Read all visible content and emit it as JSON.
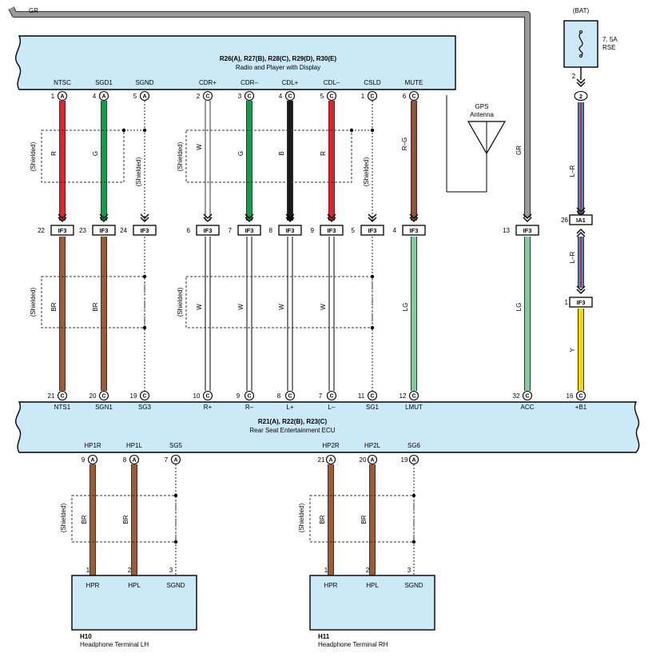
{
  "gr_label": "GR",
  "bat_label": "(BAT)",
  "fuse": {
    "value": "7. 5A",
    "name": "RSE",
    "pin": "2",
    "pin_conn": "2"
  },
  "gps": {
    "line1": "GPS",
    "line2": "Antenna"
  },
  "radio": {
    "title": "R26(A), R27(B), R28(C), R29(D), R30(E)",
    "subtitle": "Radio and Player with Display",
    "terminals": [
      {
        "name": "NTSC",
        "pin": "1",
        "conn": "A"
      },
      {
        "name": "SGD1",
        "pin": "4",
        "conn": "A"
      },
      {
        "name": "SGND",
        "pin": "5",
        "conn": "A"
      },
      {
        "name": "CDR+",
        "pin": "2",
        "conn": "C"
      },
      {
        "name": "CDR–",
        "pin": "3",
        "conn": "C"
      },
      {
        "name": "CDL+",
        "pin": "4",
        "conn": "C"
      },
      {
        "name": "CDL–",
        "pin": "5",
        "conn": "C"
      },
      {
        "name": "CSLD",
        "pin": "1",
        "conn": "C"
      },
      {
        "name": "MUTE",
        "pin": "6",
        "conn": "C"
      }
    ]
  },
  "upper_wires": [
    {
      "color": "R"
    },
    {
      "color": "G"
    },
    {
      "color": "W"
    },
    {
      "color": "G"
    },
    {
      "color": "B"
    },
    {
      "color": "R"
    },
    {
      "color": "R–G"
    },
    {
      "color": "GR"
    },
    {
      "color": "L–R"
    }
  ],
  "junction": [
    {
      "pin": "22",
      "name": "IF3"
    },
    {
      "pin": "23",
      "name": "IF3"
    },
    {
      "pin": "24",
      "name": "IF3"
    },
    {
      "pin": "6",
      "name": "IF3"
    },
    {
      "pin": "7",
      "name": "IF3"
    },
    {
      "pin": "8",
      "name": "IF3"
    },
    {
      "pin": "9",
      "name": "IF3"
    },
    {
      "pin": "5",
      "name": "IF3"
    },
    {
      "pin": "4",
      "name": "IF3"
    },
    {
      "pin": "13",
      "name": "IF3"
    },
    {
      "pin": "26",
      "name": "IA1"
    },
    {
      "pin": "1",
      "name": "IF3"
    }
  ],
  "lower_wires": [
    {
      "color": "BR"
    },
    {
      "color": "BR"
    },
    {
      "color": "W"
    },
    {
      "color": "W"
    },
    {
      "color": "W"
    },
    {
      "color": "W"
    },
    {
      "color": "LG"
    },
    {
      "color": "LG"
    },
    {
      "color": "L–R"
    },
    {
      "color": "Y"
    }
  ],
  "shielded": "(Shielded)",
  "ecu": {
    "title": "R21(A), R22(B), R23(C)",
    "subtitle": "Rear Seat Entertainment ECU",
    "top_terminals": [
      {
        "name": "NTS1",
        "pin": "21",
        "conn": "C"
      },
      {
        "name": "SGN1",
        "pin": "20",
        "conn": "C"
      },
      {
        "name": "SG3",
        "pin": "19",
        "conn": "C"
      },
      {
        "name": "R+",
        "pin": "10",
        "conn": "C"
      },
      {
        "name": "R–",
        "pin": "9",
        "conn": "C"
      },
      {
        "name": "L+",
        "pin": "8",
        "conn": "C"
      },
      {
        "name": "L–",
        "pin": "7",
        "conn": "C"
      },
      {
        "name": "SG1",
        "pin": "11",
        "conn": "C"
      },
      {
        "name": "LMUT",
        "pin": "12",
        "conn": "C"
      },
      {
        "name": "ACC",
        "pin": "32",
        "conn": "C"
      },
      {
        "name": "+B1",
        "pin": "16",
        "conn": "C"
      }
    ],
    "bottom_terminals": [
      {
        "name": "HP1R",
        "pin": "9",
        "conn": "A"
      },
      {
        "name": "HP1L",
        "pin": "8",
        "conn": "A"
      },
      {
        "name": "SG5",
        "pin": "7",
        "conn": "A"
      },
      {
        "name": "HP2R",
        "pin": "21",
        "conn": "A"
      },
      {
        "name": "HP2L",
        "pin": "20",
        "conn": "A"
      },
      {
        "name": "SG6",
        "pin": "19",
        "conn": "A"
      }
    ]
  },
  "headphone_wires": [
    {
      "color": "BR"
    },
    {
      "color": "BR"
    },
    {
      "color": "BR"
    },
    {
      "color": "BR"
    }
  ],
  "headphones": [
    {
      "id": "H10",
      "name": "Headphone Terminal LH",
      "terminals": [
        {
          "name": "HPR",
          "pin": "1"
        },
        {
          "name": "HPL",
          "pin": "2"
        },
        {
          "name": "SGND",
          "pin": "3"
        }
      ]
    },
    {
      "id": "H11",
      "name": "Headphone Terminal RH",
      "terminals": [
        {
          "name": "HPR",
          "pin": "1"
        },
        {
          "name": "HPL",
          "pin": "2"
        },
        {
          "name": "SGND",
          "pin": "3"
        }
      ]
    }
  ],
  "colors": {
    "box_fill": "#cce9f8",
    "red": "#e8202a",
    "green": "#0aa24a",
    "black": "#1a1a1a",
    "brown": "#a15a33",
    "gray": "#999999",
    "light_green": "#7fcf9a",
    "blue": "#2f8fd6",
    "yellow": "#f2da00"
  }
}
